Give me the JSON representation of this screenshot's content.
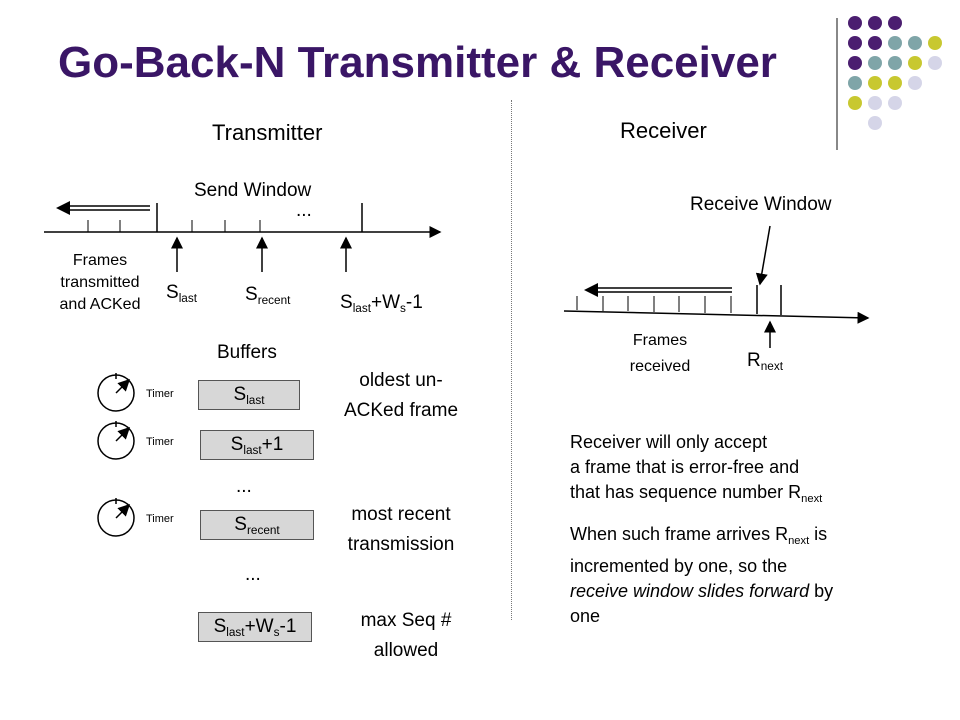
{
  "title": "Go-Back-N Transmitter & Receiver",
  "transmitter": {
    "heading": "Transmitter",
    "send_window_label": "Send Window",
    "ellipsis": "...",
    "frames_acked_label": [
      "Frames",
      "transmitted",
      "and ACKed"
    ],
    "pointers": {
      "s_last": {
        "base": "S",
        "sub": "last"
      },
      "s_recent": {
        "base": "S",
        "sub": "recent"
      },
      "s_last_w": {
        "base": "S",
        "sub": "last",
        "mid": "+W",
        "sub2": "s",
        "tail": "-1"
      }
    },
    "buffers": {
      "heading": "Buffers",
      "timer_label": "Timer",
      "rows": [
        {
          "base": "S",
          "sub": "last",
          "tail": "",
          "desc": [
            "oldest un-",
            "ACKed frame"
          ]
        },
        {
          "base": "S",
          "sub": "last",
          "tail": "+1",
          "desc": []
        },
        {
          "base": "S",
          "sub": "recent",
          "tail": "",
          "desc": [
            "most recent",
            "transmission"
          ]
        },
        {
          "base": "S",
          "sub": "last",
          "mid": "+W",
          "sub2": "s",
          "tail": "-1",
          "desc": [
            "max Seq #",
            "allowed"
          ]
        }
      ],
      "ellipsis1": "...",
      "ellipsis2": "..."
    }
  },
  "receiver": {
    "heading": "Receiver",
    "receive_window_label": "Receive Window",
    "frames_received_label": [
      "Frames",
      "received"
    ],
    "r_next": {
      "base": "R",
      "sub": "next"
    },
    "text": {
      "line1": "Receiver will only accept",
      "line2": "a frame that is error-free and",
      "line3_pre": "that has sequence number R",
      "line3_sub": "next",
      "line4_pre": "When such frame arrives R",
      "line4_sub": "next",
      "line4_post": " is",
      "line5": "incremented by one, so the",
      "line6_italic": "receive window slides forward",
      "line6_post": " by",
      "line7": "one"
    }
  },
  "colors": {
    "title": "#3a1666",
    "dot_purple": "#4b1e70",
    "dot_teal": "#7fa5a8",
    "dot_yellow": "#c8c830",
    "dot_lavender": "#d5d5e8"
  }
}
